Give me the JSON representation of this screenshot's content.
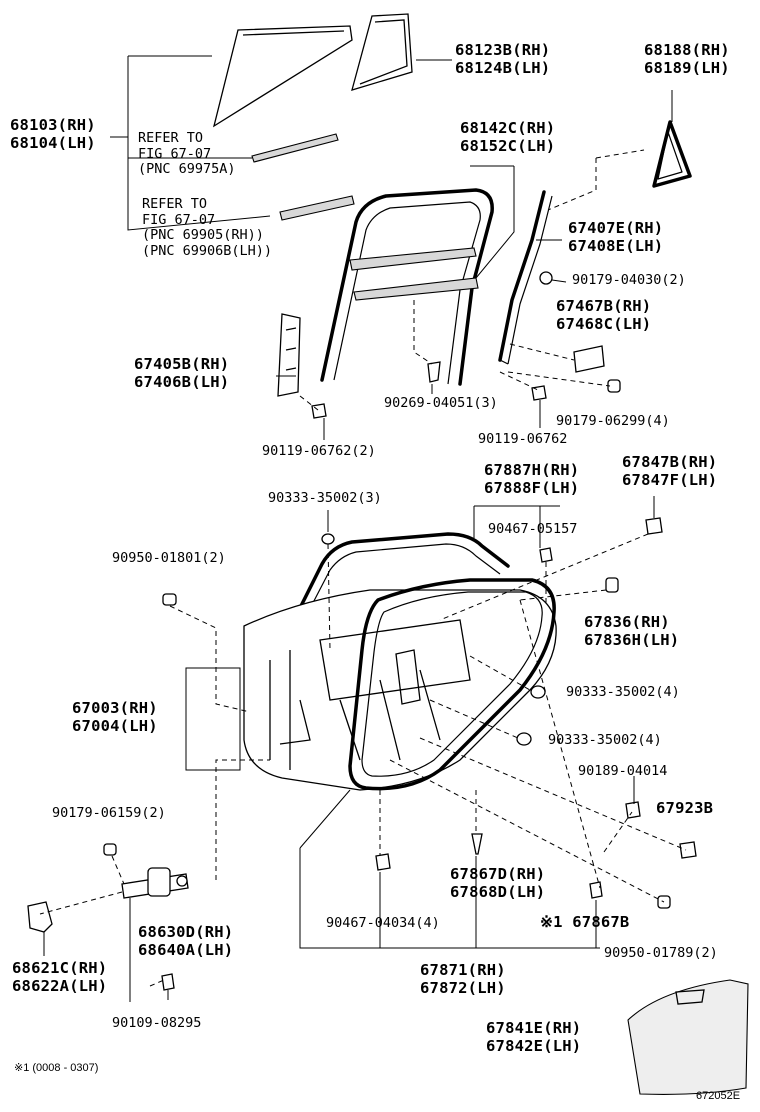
{
  "labels": {
    "glass_quarter": [
      "68123B(RH)",
      "68124B(LH)"
    ],
    "glass_vent": [
      "68188(RH)",
      "68189(LH)"
    ],
    "glass_main": [
      "68103(RH)",
      "68104(LH)"
    ],
    "refer1": [
      "REFER TO",
      "FIG 67-07",
      "(PNC 69975A)"
    ],
    "refer2": [
      "REFER TO",
      "FIG 67-07",
      "(PNC 69905(RH))",
      "(PNC 69906B(LH))"
    ],
    "run_channel": [
      "68142C(RH)",
      "68152C(LH)"
    ],
    "sash_rear": [
      "67407E(RH)",
      "67408E(LH)"
    ],
    "clip_90179_04030": "90179-04030(2)",
    "bracket_67467": [
      "67467B(RH)",
      "67468C(LH)"
    ],
    "sash_front": [
      "67405B(RH)",
      "67406B(LH)"
    ],
    "screw_90269": "90269-04051(3)",
    "clip_90179_06299": "90179-06299(4)",
    "bolt_90119_06762_a": "90119-06762(2)",
    "bolt_90119_06762_b": "90119-06762",
    "weatherstrip_67887": [
      "67887H(RH)",
      "67888F(LH)"
    ],
    "clip_67847": [
      "67847B(RH)",
      "67847F(LH)"
    ],
    "plug_90333_3": "90333-35002(3)",
    "clip_90467_05157": "90467-05157",
    "plug_90950_01801": "90950-01801(2)",
    "clip_67836": [
      "67836(RH)",
      "67836H(LH)"
    ],
    "door_panel": [
      "67003(RH)",
      "67004(LH)"
    ],
    "plug_90333_4a": "90333-35002(4)",
    "plug_90333_4b": "90333-35002(4)",
    "clip_90189": "90189-04014",
    "clip_90179_06159": "90179-06159(2)",
    "clip_67923": "67923B",
    "check_68630": [
      "68630D(RH)",
      "68640A(LH)"
    ],
    "clip_67867d": [
      "67867D(RH)",
      "67868D(LH)"
    ],
    "clip_90467_04034": "90467-04034(4)",
    "clip_67867b": "※1 67867B",
    "plug_90950_01789": "90950-01789(2)",
    "hinge_68621": [
      "68621C(RH)",
      "68622A(LH)"
    ],
    "weatherstrip_67871": [
      "67871(RH)",
      "67872(LH)"
    ],
    "bolt_90109": "90109-08295",
    "cover_67841": [
      "67841E(RH)",
      "67842E(LH)"
    ],
    "footnote": "※1 (0008 - 0307)",
    "figure_code": "672052E"
  }
}
